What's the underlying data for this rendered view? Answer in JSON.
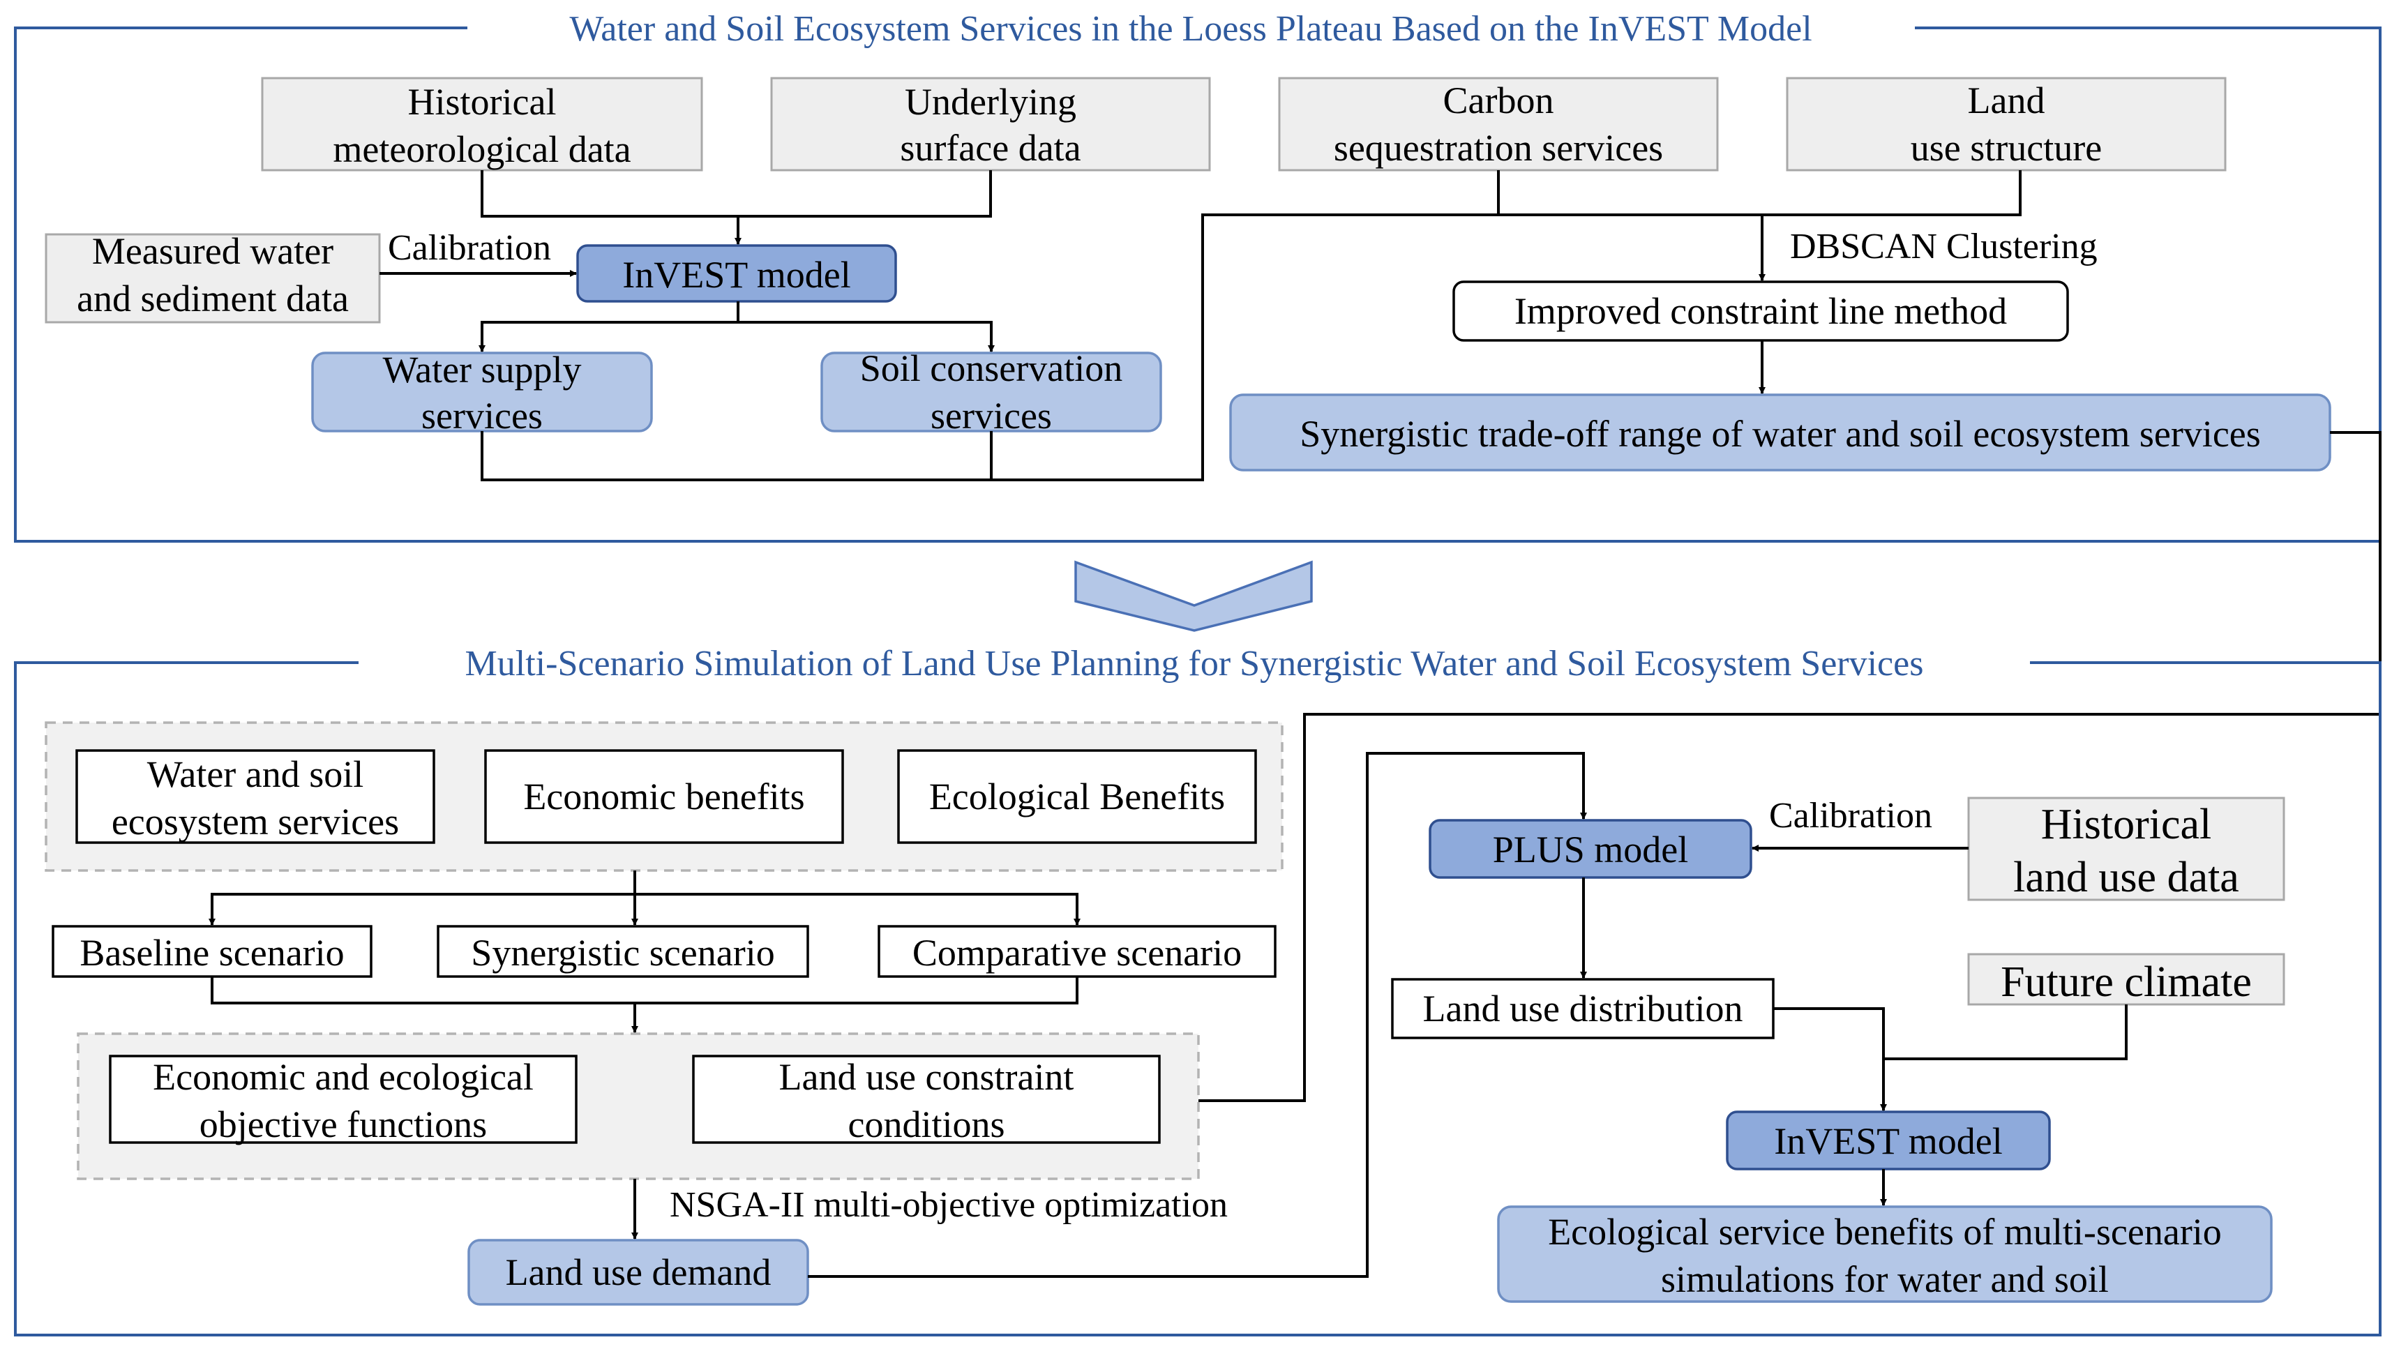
{
  "top_section": {
    "title": "Water and Soil Ecosystem Services in the Loess Plateau Based on the InVEST Model",
    "historical_meteorological": [
      "Historical",
      "meteorological data"
    ],
    "underlying_surface": [
      "Underlying",
      "surface data"
    ],
    "carbon_sequestration": [
      "Carbon",
      "sequestration services"
    ],
    "land_use_structure": [
      "Land",
      "use structure"
    ],
    "measured_water_sediment": [
      "Measured water",
      "and sediment data"
    ],
    "calibration_label": "Calibration",
    "invest_model": "InVEST model",
    "water_supply": [
      "Water supply",
      "services"
    ],
    "soil_conservation": [
      "Soil conservation",
      "services"
    ],
    "dbscan_label": "DBSCAN Clustering",
    "improved_constraint": "Improved constraint line method",
    "synergistic_range": "Synergistic trade-off range of water and soil ecosystem services"
  },
  "bottom_section": {
    "title": "Multi-Scenario Simulation of Land Use Planning for Synergistic Water and Soil Ecosystem Services",
    "water_soil_es": [
      "Water and soil",
      "ecosystem services"
    ],
    "economic_benefits": "Economic benefits",
    "ecological_benefits": "Ecological Benefits",
    "baseline_scenario": "Baseline scenario",
    "synergistic_scenario": "Synergistic scenario",
    "comparative_scenario": "Comparative scenario",
    "objective_functions": [
      "Economic and ecological",
      "objective functions"
    ],
    "constraint_conditions": [
      "Land use constraint",
      "conditions"
    ],
    "nsga_label": "NSGA-II multi-objective optimization",
    "land_use_demand": "Land use demand",
    "plus_model": "PLUS model",
    "calibration_label": "Calibration",
    "historical_land_use": [
      "Historical",
      "land use data"
    ],
    "land_use_distribution": "Land use distribution",
    "future_climate": "Future climate",
    "invest_model": "InVEST model",
    "ecological_benefits_result": [
      "Ecological service benefits of multi-scenario",
      "simulations for water and soil"
    ]
  }
}
